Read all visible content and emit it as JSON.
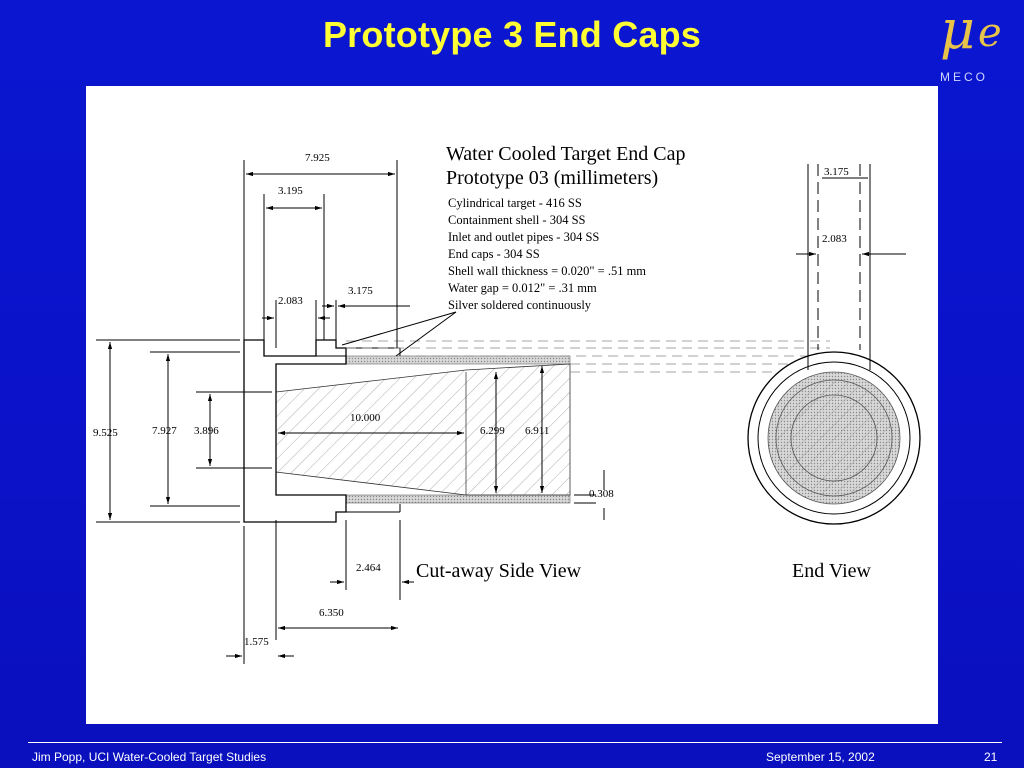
{
  "slide": {
    "title": "Prototype 3 End Caps",
    "logo_text": "MECO",
    "logo_symbol_mu": "μ",
    "logo_symbol_e": "e",
    "footer_left": "Jim Popp, UCI  Water-Cooled Target Studies",
    "footer_date": "September 15, 2002",
    "page_number": "21"
  },
  "drawing": {
    "title_line1": "Water Cooled Target End Cap",
    "title_line2": "Prototype 03 (millimeters)",
    "notes": [
      "Cylindrical target - 416 SS",
      "Containment shell - 304 SS",
      "Inlet and outlet pipes - 304 SS",
      "End caps - 304 SS",
      "Shell wall thickness = 0.020\" = .51 mm",
      "Water gap = 0.012\" = .31 mm",
      "Silver soldered continuously"
    ],
    "view_side_label": "Cut-away Side View",
    "view_end_label": "End View",
    "dimensions": {
      "d7925": "7.925",
      "d3195": "3.195",
      "d2083": "2.083",
      "d3175": "3.175",
      "d9525": "9.525",
      "d7927": "7.927",
      "d3896": "3.896",
      "d10000": "10.000",
      "d6299": "6.299",
      "d6911": "6.911",
      "d0308": "0.308",
      "d2464": "2.464",
      "d6350": "6.350",
      "d1575": "1.575",
      "end3175": "3.175",
      "end2083": "2.083"
    }
  }
}
